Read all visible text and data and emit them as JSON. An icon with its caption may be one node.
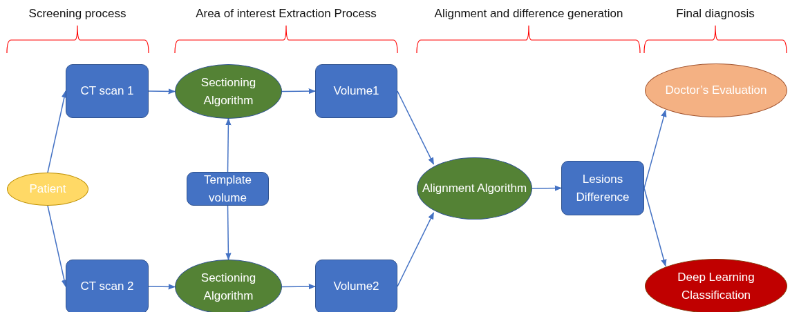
{
  "diagram": {
    "nodes": [
      {
        "text": [
          "Patient"
        ]
      },
      {
        "text": [
          "CT scan 1"
        ]
      },
      {
        "text": [
          "Sectioning Algorithm"
        ]
      },
      {
        "text": [
          "Volume1"
        ]
      },
      {
        "text": [
          "Template volume"
        ]
      },
      {
        "text": [
          "CT scan 2"
        ]
      },
      {
        "text": [
          "Sectioning Algorithm"
        ]
      },
      {
        "text": [
          "Volume2"
        ]
      },
      {
        "text": [
          "Alignment Algorithm"
        ]
      },
      {
        "text": [
          "Lesions Difference"
        ]
      },
      {
        "text": [
          "Doctor’s Evaluation"
        ]
      },
      {
        "text": [
          "Deep Learning Classification"
        ]
      }
    ],
    "edges": [
      {
        "from": 0,
        "to": 1,
        "arrow": "to"
      },
      {
        "from": 0,
        "to": 5,
        "arrow": "to"
      },
      {
        "from": 1,
        "to": 2,
        "arrow": "to"
      },
      {
        "from": 2,
        "to": 3,
        "arrow": "to"
      },
      {
        "from": 4,
        "to": 2,
        "arrow": "to"
      },
      {
        "from": 4,
        "to": 6,
        "arrow": "to"
      },
      {
        "from": 5,
        "to": 6,
        "arrow": "to"
      },
      {
        "from": 6,
        "to": 7,
        "arrow": "to"
      },
      {
        "from": 3,
        "to": 8,
        "arrow": "to"
      },
      {
        "from": 7,
        "to": 8,
        "arrow": "to"
      },
      {
        "from": 8,
        "to": 9,
        "arrow": "to"
      },
      {
        "from": 9,
        "to": 10,
        "arrow": "to"
      },
      {
        "from": 9,
        "to": 11,
        "arrow": "to"
      }
    ],
    "labels": [
      "Screening process",
      "Area of interest Extraction Process",
      "Alignment and difference generation",
      "Final diagnosis"
    ]
  }
}
